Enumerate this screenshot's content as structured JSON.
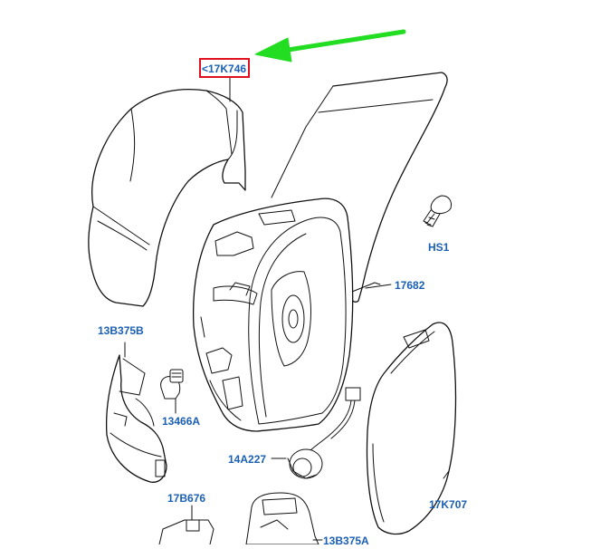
{
  "diagram": {
    "highlight_color": "#e0101e",
    "arrow_color": "#22dd22",
    "label_color": "#1a5fb4",
    "line_color": "#111111",
    "labels": {
      "mirror_cap": "<17K746",
      "screw": "HS1",
      "housing": "17682",
      "turn_lamp_housing": "13B375B",
      "bulb": "13466A",
      "connector": "14A227",
      "glass": "17K707",
      "puddle_lamp_bracket": "17B676",
      "puddle_lamp": "13B375A"
    }
  }
}
